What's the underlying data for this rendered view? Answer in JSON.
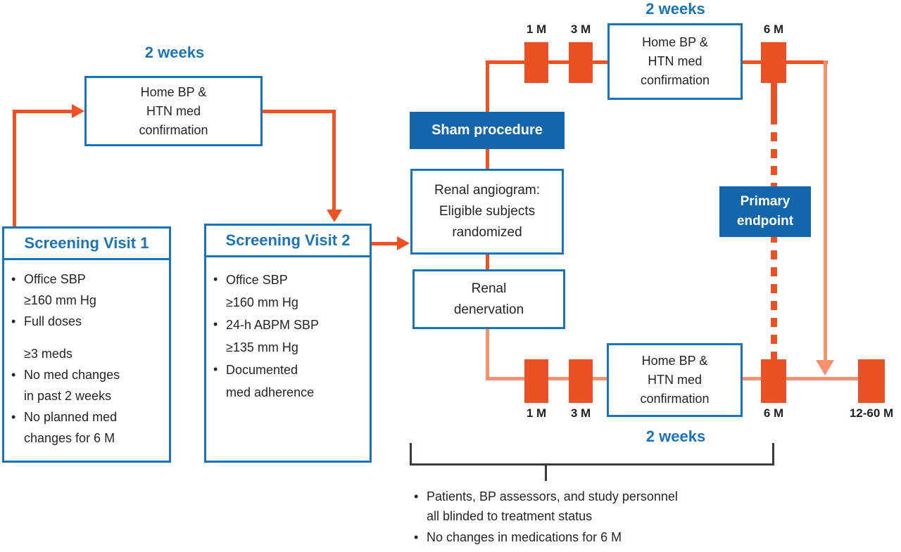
{
  "diagram": {
    "colors": {
      "blue": "#1b73b9",
      "blue_fill": "#1366a9",
      "orange": "#ef5123",
      "salmon": "#f5916f",
      "marker_orange": "#ea5226",
      "text": "#252525"
    },
    "screening_phase": {
      "duration_label": "2 weeks",
      "confirm_box": {
        "line1": "Home BP &",
        "line2": "HTN med",
        "line3": "confirmation"
      },
      "visit1": {
        "title": "Screening Visit 1",
        "bullets": [
          {
            "l1": "Office SBP",
            "l2": "≥160 mm Hg"
          },
          {
            "l1": "Full doses",
            "l2": "≥3 meds"
          },
          {
            "l1": "No med changes",
            "l2": "in past 2 weeks"
          },
          {
            "l1": "No planned med",
            "l2": "changes for 6 M"
          }
        ]
      },
      "visit2": {
        "title": "Screening Visit 2",
        "bullets": [
          {
            "l1": "Office SBP",
            "l2": "≥160 mm Hg"
          },
          {
            "l1": "24-h ABPM SBP",
            "l2": "≥135 mm Hg"
          },
          {
            "l1": "Documented",
            "l2": "med adherence"
          }
        ]
      }
    },
    "randomization": {
      "sham_label": "Sham procedure",
      "angiogram_box": {
        "line1": "Renal angiogram:",
        "line2": "Eligible subjects",
        "line3": "randomized"
      },
      "denervation_box": {
        "line1": "Renal",
        "line2": "denervation"
      }
    },
    "sham_arm": {
      "duration_label": "2 weeks",
      "marker1": "1 M",
      "marker2": "3 M",
      "confirm_box": {
        "line1": "Home BP &",
        "line2": "HTN med",
        "line3": "confirmation"
      },
      "marker6": "6 M"
    },
    "denervation_arm": {
      "duration_label": "2 weeks",
      "marker1": "1 M",
      "marker2": "3 M",
      "confirm_box": {
        "line1": "Home BP &",
        "line2": "HTN med",
        "line3": "confirmation"
      },
      "marker6": "6 M",
      "marker_followup": "12-60 M"
    },
    "primary_endpoint": {
      "line1": "Primary",
      "line2": "endpoint"
    },
    "footnotes": {
      "note1_line1": "Patients, BP assessors, and study personnel",
      "note1_line2": "all blinded to treatment status",
      "note2": "No changes in medications for 6 M"
    }
  }
}
